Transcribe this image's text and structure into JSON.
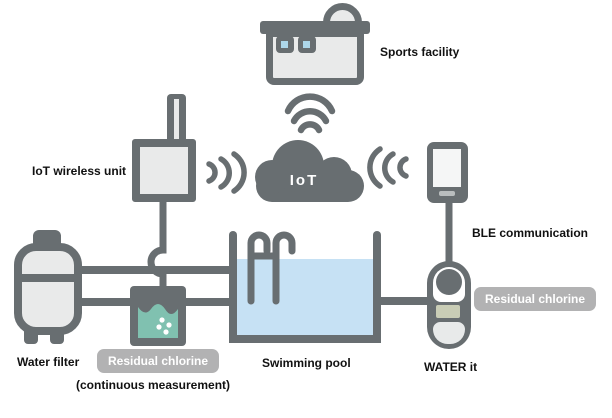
{
  "colors": {
    "dark": "#686e71",
    "light_fill": "#e9eaea",
    "water_blue": "#c6e1f4",
    "pane_blue": "#aed7ea",
    "teal": "#80c1b0",
    "sage": "#c9cdb6",
    "badge_gray": "#b2b2b3",
    "screen_white": "#f5f6f6",
    "text": "#111111"
  },
  "labels": {
    "sports_facility": "Sports facility",
    "cloud": "IoT",
    "iot_wireless_unit": "IoT wireless unit",
    "ble_communication": "BLE communication",
    "water_filter": "Water filter",
    "residual_chlorine_left": "Residual chlorine",
    "continuous_measurement": "(continuous measurement)",
    "swimming_pool": "Swimming pool",
    "water_it": "WATER it",
    "residual_chlorine_right": "Residual chlorine"
  },
  "icons": {
    "building": "sports-facility-building-icon",
    "wifi": "wifi-signal-icon",
    "cloud": "iot-cloud-icon",
    "waves_left": "radio-waves-left-icon",
    "waves_right": "radio-waves-right-icon",
    "wireless_unit": "iot-wireless-unit-icon",
    "phone": "smartphone-icon",
    "tank": "water-filter-tank-icon",
    "sensor": "chlorine-sensor-icon",
    "pool": "swimming-pool-icon",
    "ladder": "pool-ladder-icon",
    "water_it": "water-it-handheld-meter-icon"
  }
}
